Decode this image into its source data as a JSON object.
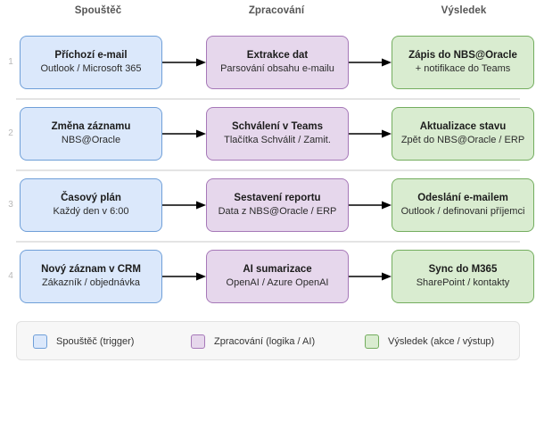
{
  "columns": [
    {
      "label": "Spouštěč"
    },
    {
      "label": "Zpracování"
    },
    {
      "label": "Výsledek"
    }
  ],
  "colors": {
    "trigger_fill": "#dbe8fb",
    "trigger_border": "#6f9fd8",
    "process_fill": "#e6d7ec",
    "process_border": "#a678b8",
    "output_fill": "#d9ecd0",
    "output_border": "#73ad5e",
    "divider": "#e4e4e4",
    "legend_bg": "#f7f7f7",
    "arrow": "#000000",
    "header_text": "#555555",
    "row_number_text": "#b8b8b8"
  },
  "rows": [
    {
      "number": "1",
      "trigger": {
        "title": "Příchozí e-mail",
        "sub": "Outlook / Microsoft 365"
      },
      "process": {
        "title": "Extrakce dat",
        "sub": "Parsování obsahu e-mailu"
      },
      "output": {
        "title": "Zápis do NBS@Oracle",
        "sub": "+ notifikace do Teams"
      }
    },
    {
      "number": "2",
      "trigger": {
        "title": "Změna záznamu",
        "sub": "NBS@Oracle"
      },
      "process": {
        "title": "Schválení v Teams",
        "sub": "Tlačítka Schválit / Zamit."
      },
      "output": {
        "title": "Aktualizace stavu",
        "sub": "Zpět do NBS@Oracle / ERP"
      }
    },
    {
      "number": "3",
      "trigger": {
        "title": "Časový plán",
        "sub": "Každý den v 6:00"
      },
      "process": {
        "title": "Sestavení reportu",
        "sub": "Data z NBS@Oracle / ERP"
      },
      "output": {
        "title": "Odeslání e-mailem",
        "sub": "Outlook / definovani příjemci"
      }
    },
    {
      "number": "4",
      "trigger": {
        "title": "Nový záznam v CRM",
        "sub": "Zákazník / objednávka"
      },
      "process": {
        "title": "AI sumarizace",
        "sub": "OpenAI / Azure OpenAI"
      },
      "output": {
        "title": "Sync do M365",
        "sub": "SharePoint / kontakty"
      }
    }
  ],
  "legend": [
    {
      "label": "Spouštěč (trigger)"
    },
    {
      "label": "Zpracování (logika / AI)"
    },
    {
      "label": "Výsledek (akce / výstup)"
    }
  ]
}
